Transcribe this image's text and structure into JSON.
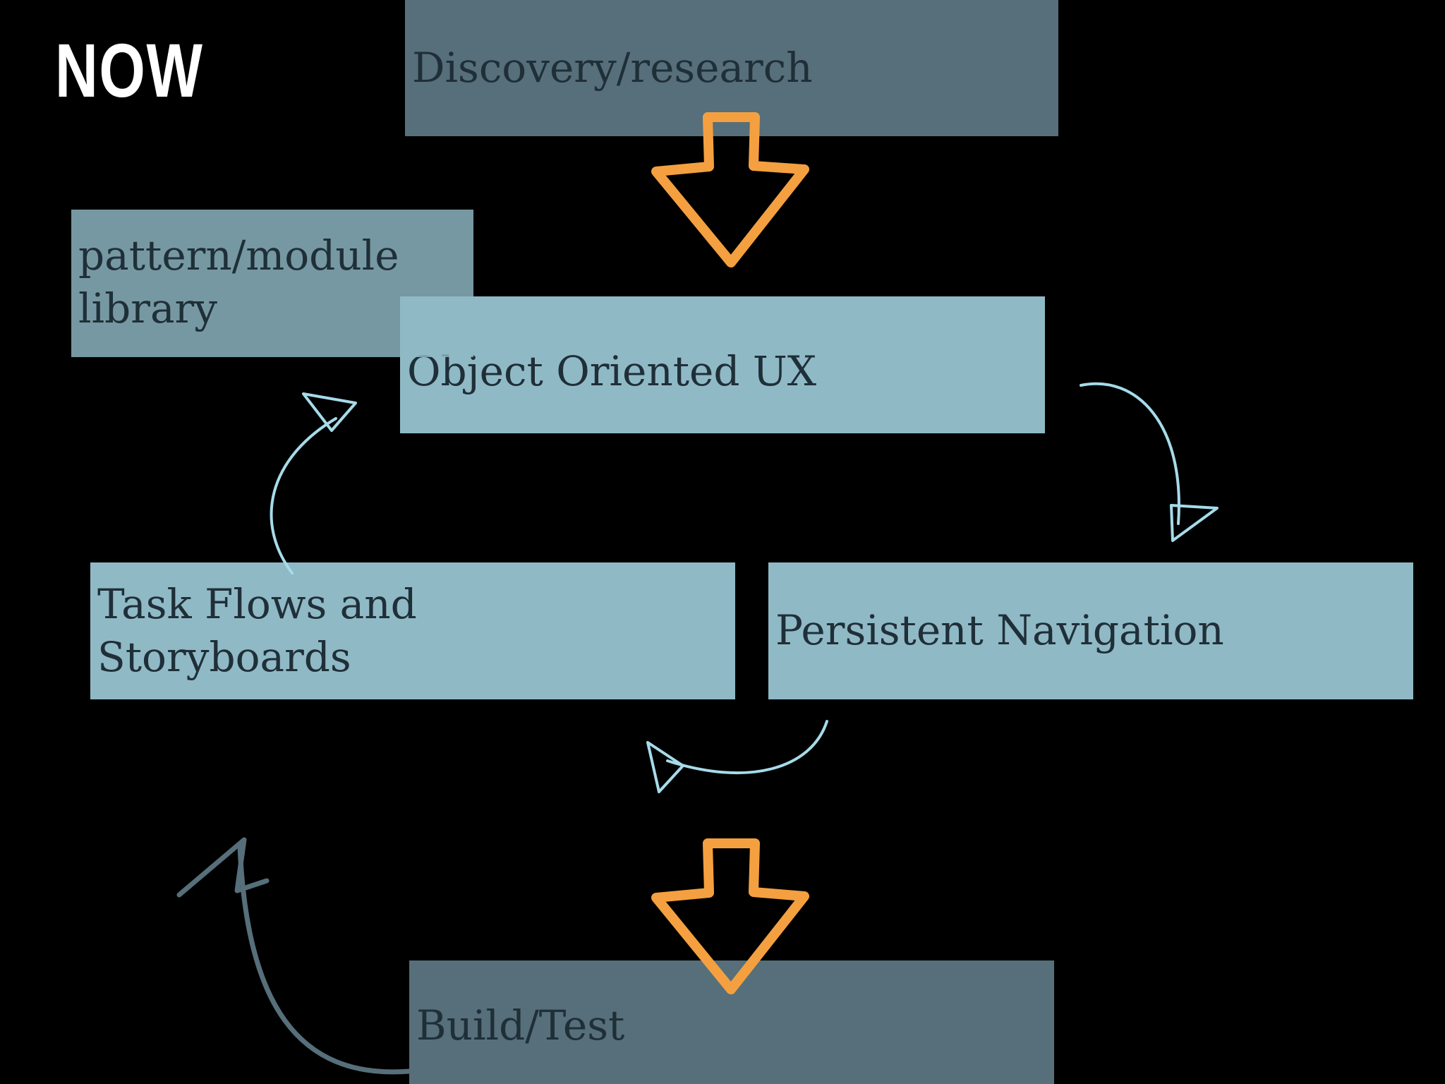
{
  "title": "NOW",
  "boxes": {
    "discovery": "Discovery/research",
    "object_oriented": "Object Oriented UX",
    "task_flows": "Task Flows and\nStoryboards",
    "persistent_nav": "Persistent Navigation",
    "build_test": "Build/Test",
    "pattern_library": "pattern/module\nlibrary"
  },
  "colors": {
    "background": "#000000",
    "box_dark": "#566f7a",
    "box_light": "#90b9c6",
    "text": "#1f2f38",
    "arrow_orange": "#f4a040",
    "arrow_light_blue": "#a6dbe9",
    "arrow_gray": "#566f7a"
  }
}
